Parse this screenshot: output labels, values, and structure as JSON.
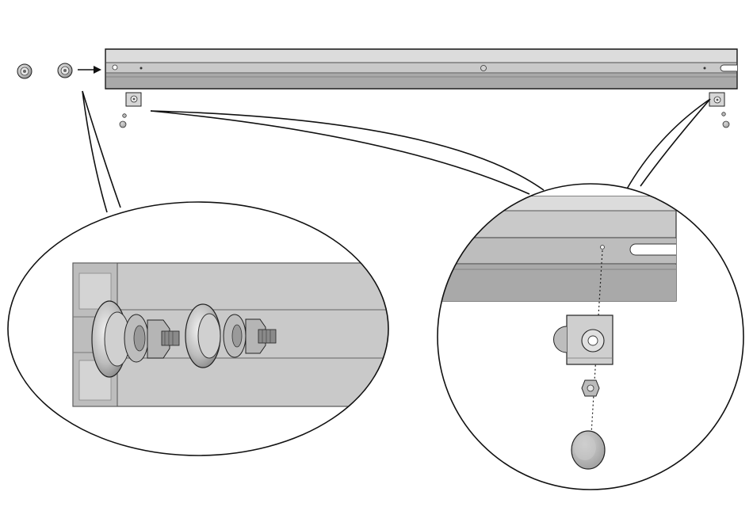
{
  "diagram": {
    "kind": "exploded assembly illustration",
    "text_labels": [],
    "colors": {
      "rail_light": "#d9d9d9",
      "rail_mid": "#b9b9b9",
      "rail_dark": "#8f8f8f",
      "outline": "#1a1a1a",
      "background": "#ffffff"
    },
    "parts": [
      "rail-profile",
      "roller-wheel-with-bolt",
      "roller-wheel-with-bolt",
      "end-bracket",
      "end-bracket",
      "small-screw",
      "small-screw",
      "end-cap"
    ],
    "callouts": [
      {
        "target": "left-roller-detail",
        "shape": "ellipse"
      },
      {
        "target": "right-end-bracket-detail",
        "shape": "circle"
      }
    ]
  }
}
